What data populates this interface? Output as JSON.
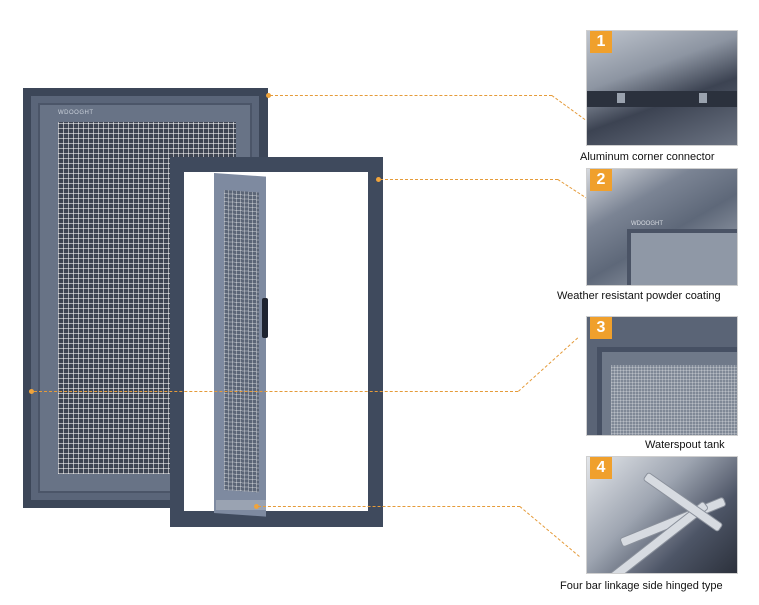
{
  "brand_mark": "WDOOGHT",
  "callouts": [
    {
      "number": "1",
      "caption": "Aluminum corner connector"
    },
    {
      "number": "2",
      "caption": "Weather resistant powder coating"
    },
    {
      "number": "3",
      "caption": "Waterspout tank"
    },
    {
      "number": "4",
      "caption": "Four bar linkage side hinged type"
    }
  ],
  "colors": {
    "accent": "#f0a02c",
    "frame": "#3c4658",
    "mesh": "#3d4452"
  }
}
